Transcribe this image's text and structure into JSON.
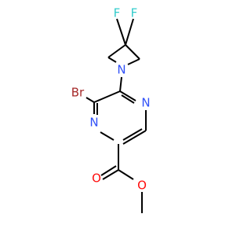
{
  "molecule": {
    "atoms": {
      "f_left": {
        "label": "F",
        "color": "#33CCCC"
      },
      "f_right": {
        "label": "F",
        "color": "#33CCCC"
      },
      "n_azetidine": {
        "label": "N",
        "color": "#3050F8"
      },
      "br": {
        "label": "Br",
        "color": "#A62929"
      },
      "n_ring_top": {
        "label": "N",
        "color": "#3050F8"
      },
      "n_ring_left": {
        "label": "N",
        "color": "#3050F8"
      },
      "o_carbonyl": {
        "label": "O",
        "color": "#FF0D0D"
      },
      "o_ester": {
        "label": "O",
        "color": "#FF0D0D"
      }
    },
    "bond_color": "#000000"
  }
}
